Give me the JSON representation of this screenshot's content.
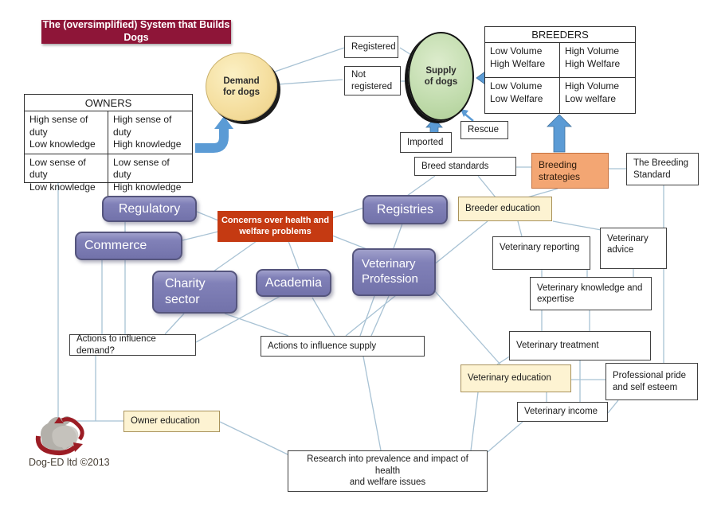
{
  "title": "The (oversimplified) System that Builds Dogs",
  "owners": {
    "header": "OWNERS",
    "cells": [
      "High sense of duty\nLow knowledge",
      "High sense of duty\nHigh knowledge",
      "Low sense of duty\nLow knowledge",
      "Low sense of duty\nHigh knowledge"
    ]
  },
  "breeders": {
    "header": "BREEDERS",
    "cells": [
      "Low Volume\nHigh Welfare",
      "High Volume\nHigh Welfare",
      "Low Volume\nLow Welfare",
      "High Volume\nLow welfare"
    ]
  },
  "nodes": {
    "demand": "Demand\nfor dogs",
    "supply": "Supply\nof dogs",
    "registered": "Registered",
    "not_registered": "Not\nregistered",
    "imported": "Imported",
    "rescue": "Rescue",
    "breed_standards": "Breed standards",
    "breeding_strategies": "Breeding\nstrategies",
    "breeding_standard": "The Breeding\nStandard",
    "breeder_education": "Breeder education",
    "regulatory": "Regulatory",
    "commerce": "Commerce",
    "charity": "Charity\nsector",
    "academia": "Academia",
    "registries": "Registries",
    "vet_profession": "Veterinary\nProfession",
    "concerns": "Concerns over health and\nwelfare problems",
    "vet_reporting": "Veterinary reporting",
    "vet_advice": "Veterinary\nadvice",
    "vet_knowledge": "Veterinary knowledge and\nexpertise",
    "vet_treatment": "Veterinary treatment",
    "actions_demand": "Actions to influence demand?",
    "actions_supply": "Actions to influence supply",
    "vet_education": "Veterinary education",
    "pride": "Professional pride\nand self esteem",
    "vet_income": "Veterinary income",
    "owner_education": "Owner education",
    "research": "Research into prevalence and impact of health\nand welfare issues"
  },
  "footer": {
    "logo_caption": "Dog-ED ltd ©2013"
  },
  "colors": {
    "title_bg": "#8E1538",
    "purple_node": "#7A7AB5",
    "concerns_red": "#C53A12",
    "strategies_orange": "#F3A673",
    "education_yellow": "#FDF3D2",
    "demand_yellow": "#F5DFA0",
    "supply_green": "#C3DDAF",
    "arrow_blue": "#5B9BD5",
    "connector": "#A8C2D4"
  }
}
